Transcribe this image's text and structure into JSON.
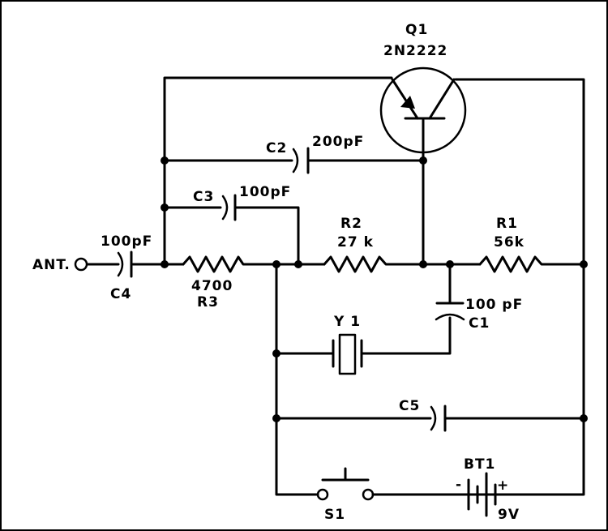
{
  "components": {
    "q1": {
      "ref": "Q1",
      "part": "2N2222"
    },
    "c2": {
      "ref": "C2",
      "value": "200pF"
    },
    "c3": {
      "ref": "C3",
      "value": "100pF"
    },
    "c4": {
      "ref": "C4",
      "value": "100pF"
    },
    "ant": {
      "ref": "ANT."
    },
    "r3": {
      "ref": "R3",
      "value": "4700"
    },
    "r2": {
      "ref": "R2",
      "value": "27 k"
    },
    "r1": {
      "ref": "R1",
      "value": "56k"
    },
    "c1": {
      "ref": "C1",
      "value": "100 pF"
    },
    "y1": {
      "ref": "Y 1"
    },
    "c5": {
      "ref": "C5"
    },
    "s1": {
      "ref": "S1"
    },
    "bt1": {
      "ref": "BT1",
      "value": "9V",
      "minus": "-",
      "plus": "+"
    }
  }
}
